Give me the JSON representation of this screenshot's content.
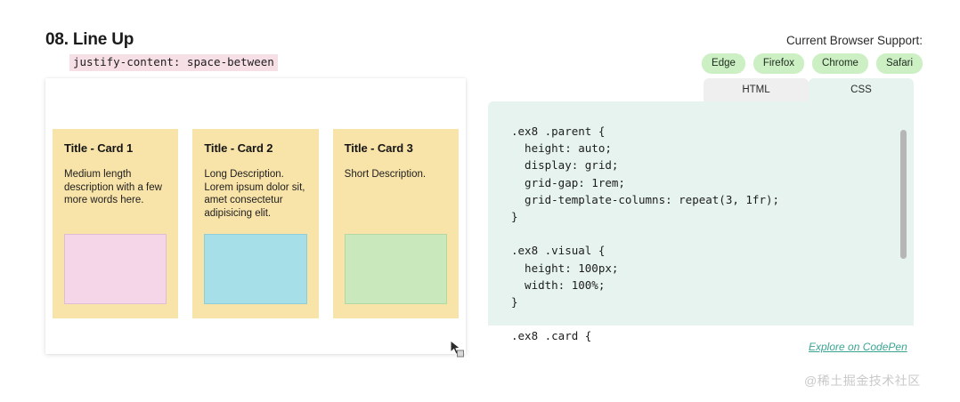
{
  "header": {
    "title": "08. Line Up",
    "property_chip": "justify-content: space-between",
    "support_label": "Current Browser Support:",
    "browsers": [
      {
        "name": "Edge"
      },
      {
        "name": "Firefox"
      },
      {
        "name": "Chrome"
      },
      {
        "name": "Safari"
      }
    ],
    "badge_color": "#ccf0c4",
    "chip_color": "#f7dfe6"
  },
  "preview": {
    "cards": [
      {
        "title": "Title - Card 1",
        "description": "Medium length description with a few more words here.",
        "visual_color": "#f4d6e8"
      },
      {
        "title": "Title - Card 2",
        "description": "Long Description. Lorem ipsum dolor sit, amet consectetur adipisicing elit.",
        "visual_color": "#a6dfe8"
      },
      {
        "title": "Title - Card 3",
        "description": "Short Description.",
        "visual_color": "#c9e9bd"
      }
    ],
    "card_color": "#f8e3a8"
  },
  "code_panel": {
    "tabs": [
      {
        "label": "HTML",
        "active": false
      },
      {
        "label": "CSS",
        "active": true
      }
    ],
    "language": "CSS",
    "source": ".ex8 .parent {\n  height: auto;\n  display: grid;\n  grid-gap: 1rem;\n  grid-template-columns: repeat(3, 1fr);\n}\n\n.ex8 .visual {\n  height: 100px;\n  width: 100%;\n}\n\n.ex8 .card {",
    "background": "#e6f3ef"
  },
  "footer": {
    "codepen_link": "Explore on CodePen",
    "link_color": "#3aa592",
    "watermark": "@稀土掘金技术社区"
  }
}
